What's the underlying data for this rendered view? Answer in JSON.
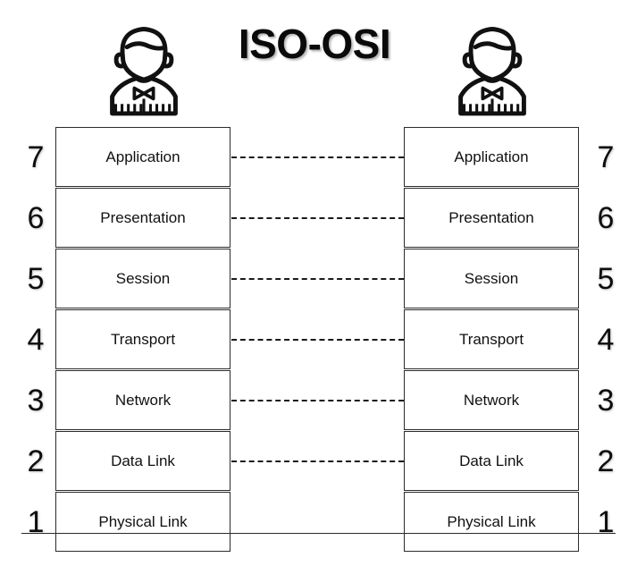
{
  "diagram": {
    "title": "ISO-OSI",
    "background_color": "#ffffff",
    "line_color": "#2b2b2b",
    "text_color": "#111111"
  },
  "endpoints": [
    {
      "side": "left",
      "icon": "person-with-bowtie-icon"
    },
    {
      "side": "right",
      "icon": "person-with-bowtie-icon"
    }
  ],
  "layers": [
    {
      "number": "7",
      "name": "Application",
      "connector": "dashed"
    },
    {
      "number": "6",
      "name": "Presentation",
      "connector": "dashed"
    },
    {
      "number": "5",
      "name": "Session",
      "connector": "dashed"
    },
    {
      "number": "4",
      "name": "Transport",
      "connector": "dashed"
    },
    {
      "number": "3",
      "name": "Network",
      "connector": "dashed"
    },
    {
      "number": "2",
      "name": "Data Link",
      "connector": "dashed"
    },
    {
      "number": "1",
      "name": "Physical Link",
      "connector": "solid"
    }
  ],
  "left_stack": {
    "labels": [
      "Application",
      "Presentation",
      "Session",
      "Transport",
      "Network",
      "Data Link",
      "Physical Link"
    ],
    "numbers": [
      "7",
      "6",
      "5",
      "4",
      "3",
      "2",
      "1"
    ]
  },
  "right_stack": {
    "labels": [
      "Application",
      "Presentation",
      "Session",
      "Transport",
      "Network",
      "Data Link",
      "Physical Link"
    ],
    "numbers": [
      "7",
      "6",
      "5",
      "4",
      "3",
      "2",
      "1"
    ]
  }
}
